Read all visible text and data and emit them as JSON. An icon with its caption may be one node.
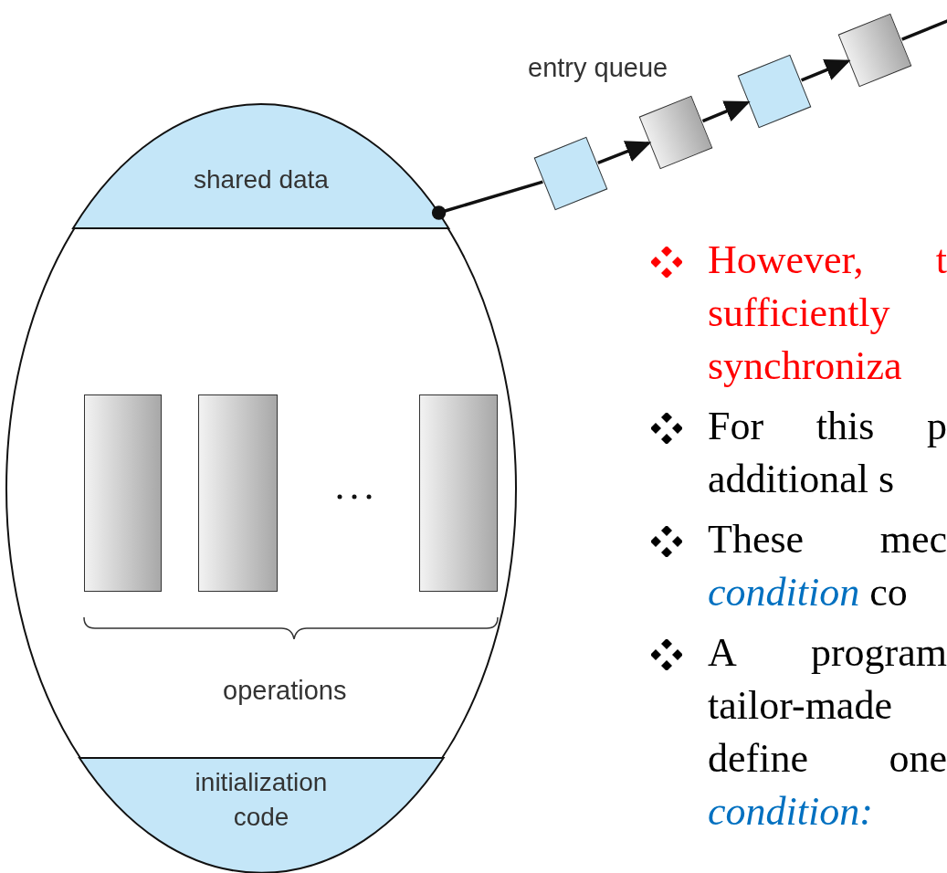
{
  "diagram": {
    "nodes": [
      {
        "text": [],
        "shape": "ellipse"
      },
      {
        "text": [
          "shared data"
        ],
        "in": 0
      },
      {
        "text": [],
        "shape": "bar",
        "in": 0
      },
      {
        "text": [],
        "shape": "bar",
        "in": 0
      },
      {
        "text": [],
        "shape": "bar",
        "in": 0
      },
      {
        "text": [
          "initialization code"
        ],
        "in": 0
      },
      {
        "text": [],
        "shape": "box"
      },
      {
        "text": [],
        "shape": "box"
      },
      {
        "text": [],
        "shape": "box"
      },
      {
        "text": [],
        "shape": "box"
      }
    ],
    "edges": [
      {
        "from": 1,
        "to": 6,
        "arrow": "other"
      },
      {
        "from": 6,
        "to": 7,
        "arrow": "to"
      },
      {
        "from": 7,
        "to": 8,
        "arrow": "to"
      },
      {
        "from": 8,
        "to": 9,
        "arrow": "to"
      },
      {
        "from": 9,
        "to": null,
        "arrow": "none"
      }
    ],
    "labels": [
      "entry queue",
      "operations",
      "However, t sufficiently synchroniza",
      "For this p additional s",
      "These mec *condition* co",
      "A program tailor-made define one *condition:*"
    ]
  }
}
